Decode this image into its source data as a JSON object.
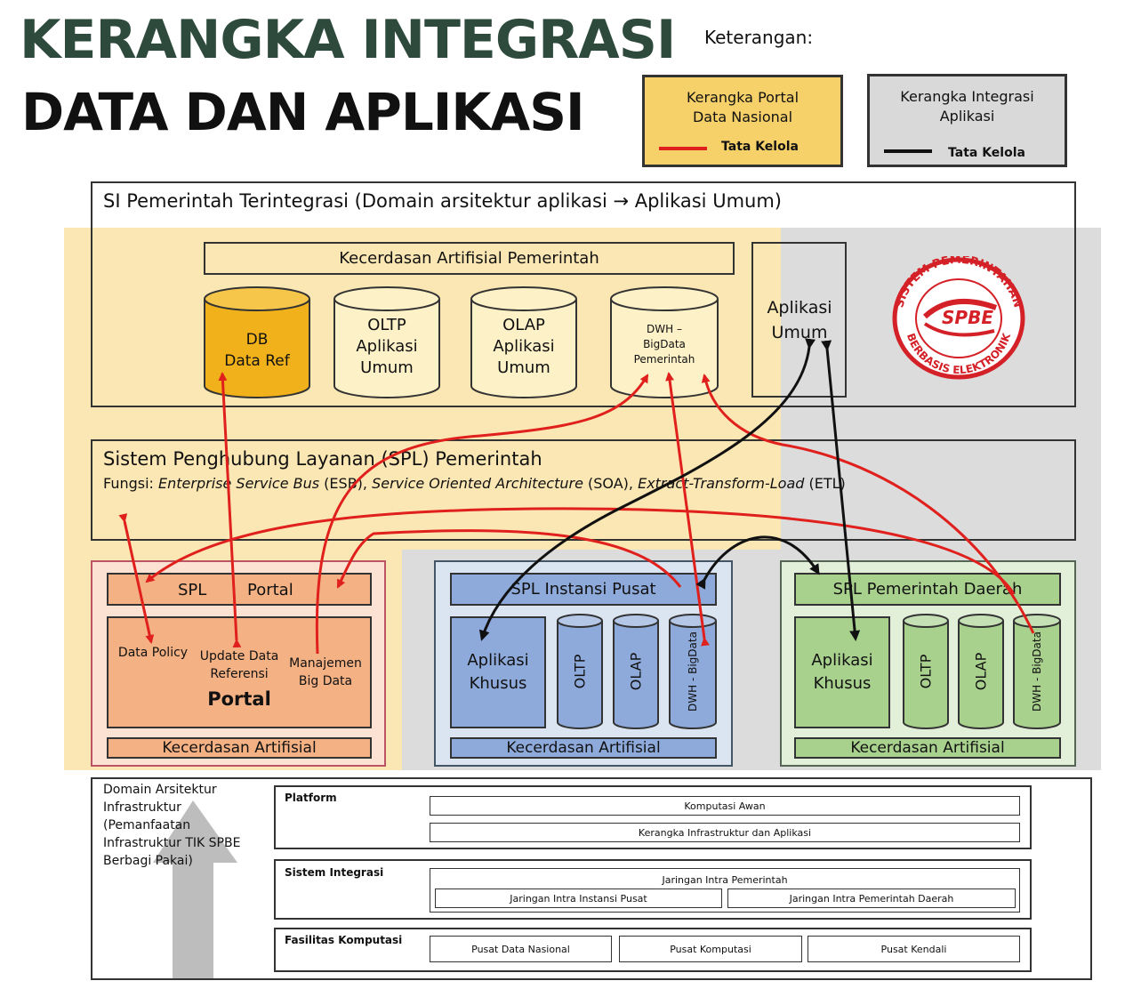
{
  "header": {
    "title_line1": "KERANGKA INTEGRASI",
    "title_line2": "DATA DAN APLIKASI",
    "legend_title": "Keterangan:"
  },
  "legend": {
    "portal": {
      "text": "Kerangka Portal Data Nasional",
      "line_label": "Tata Kelola",
      "color": "#e0201c",
      "bg": "#f6d16a"
    },
    "integrasi": {
      "text": "Kerangka Integrasi Aplikasi",
      "line_label": "Tata Kelola",
      "color": "#111111",
      "bg": "#d9d9d9"
    }
  },
  "si_pemerintah": {
    "title": "SI Pemerintah Terintegrasi (Domain arsitektur aplikasi → Aplikasi Umum)",
    "kecerdasan": "Kecerdasan Artifisial Pemerintah",
    "databases": [
      {
        "line1": "DB",
        "line2": "Data Ref",
        "line3": ""
      },
      {
        "line1": "OLTP",
        "line2": "Aplikasi",
        "line3": "Umum"
      },
      {
        "line1": "OLAP",
        "line2": "Aplikasi",
        "line3": "Umum"
      },
      {
        "line1": "DWH –",
        "line2": "BigData",
        "line3": "Pemerintah"
      }
    ],
    "aplikasi_umum": "Aplikasi Umum"
  },
  "logo": {
    "top_text": "SISTEM PEMERINTAHAN",
    "center_text": "SPBE",
    "bottom_text": "BERBASIS ELEKTRONIK",
    "color": "#d42027"
  },
  "spl": {
    "title": "Sistem Penghubung Layanan (SPL) Pemerintah",
    "fungsi_prefix": "Fungsi: ",
    "esb_italic": "Enterprise Service Bus",
    "esb_abbr": " (ESB), ",
    "soa_italic": "Service Oriented Architecture",
    "soa_abbr": " (SOA), ",
    "etl_italic": "Extract-Transform-Load",
    "etl_abbr": " (ETL)"
  },
  "portal": {
    "spl_label": "SPL",
    "spl_label2": "Portal",
    "items": [
      "Data Policy",
      "Update Data Referensi",
      "Manajemen Big Data"
    ],
    "name": "Portal",
    "ka": "Kecerdasan Artifisial"
  },
  "instansi_pusat": {
    "spl_label": "SPL Instansi Pusat",
    "aplikasi": "Aplikasi Khusus",
    "cylinders": [
      "OLTP",
      "OLAP",
      "DWH - BigData"
    ],
    "ka": "Kecerdasan Artifisial"
  },
  "pemda": {
    "spl_label": "SPL Pemerintah Daerah",
    "aplikasi": "Aplikasi Khusus",
    "cylinders": [
      "OLTP",
      "OLAP",
      "DWH - BigData"
    ],
    "ka": "Kecerdasan Artifisial"
  },
  "infrastruktur": {
    "domain_label": "Domain Arsitektur Infrastruktur (Pemanfaatan Infrastruktur TIK SPBE Berbagi Pakai)",
    "platform": {
      "label": "Platform",
      "items": [
        "Komputasi Awan",
        "Kerangka Infrastruktur dan Aplikasi"
      ]
    },
    "sistem_integrasi": {
      "label": "Sistem Integrasi",
      "top": "Jaringan Intra Pemerintah",
      "items": [
        "Jaringan Intra Instansi Pusat",
        "Jaringan Intra Pemerintah Daerah"
      ]
    },
    "fasilitas": {
      "label": "Fasilitas Komputasi",
      "items": [
        "Pusat Data Nasional",
        "Pusat Komputasi",
        "Pusat Kendali"
      ]
    }
  }
}
